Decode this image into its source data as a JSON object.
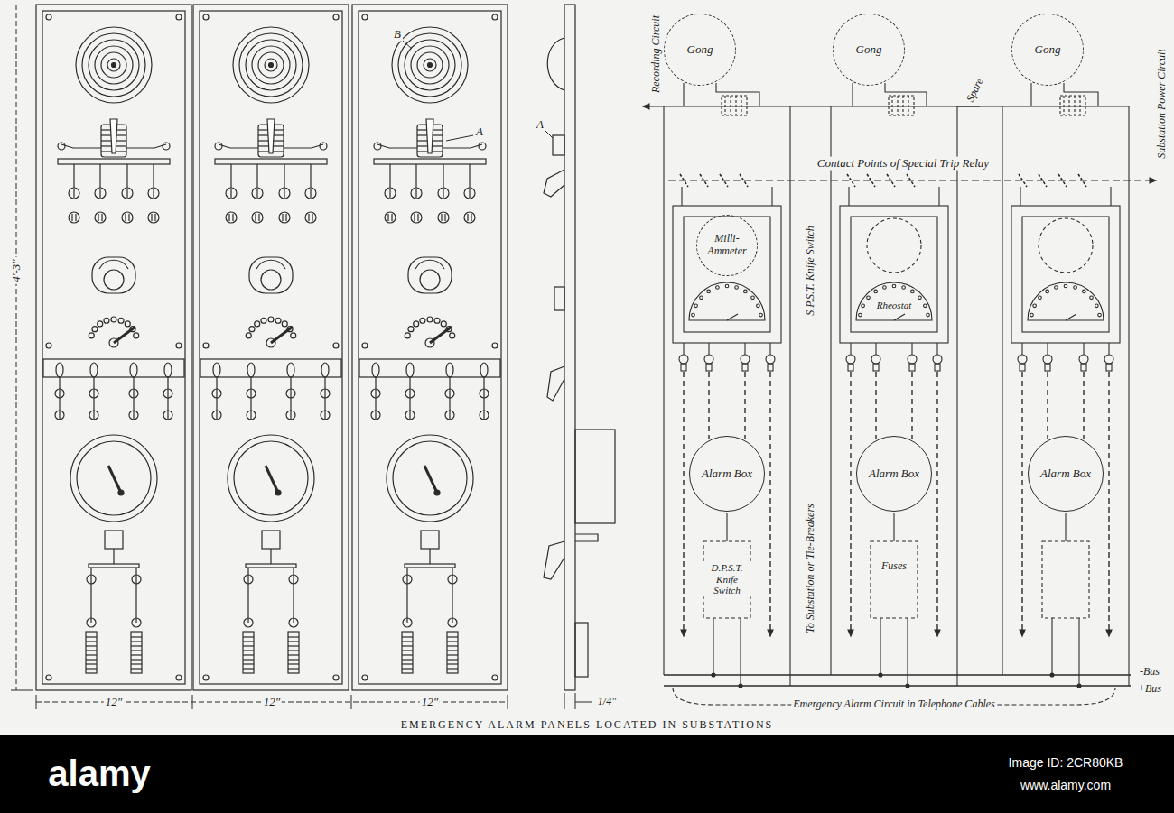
{
  "diagram": {
    "caption": "EMERGENCY ALARM PANELS LOCATED IN SUBSTATIONS",
    "nodes": [
      {
        "text": [
          "Gong"
        ]
      },
      {
        "text": [
          "Gong"
        ]
      },
      {
        "text": [
          "Gong"
        ]
      },
      {
        "text": [
          "Milli-Ammeter"
        ]
      },
      {
        "text": [
          "Rheostat"
        ]
      },
      {
        "text": [
          "Alarm Box"
        ]
      },
      {
        "text": [
          "Alarm Box"
        ]
      },
      {
        "text": [
          "Alarm Box"
        ]
      }
    ],
    "labels": [
      "4'-3\"",
      "B",
      "A",
      "12\"",
      "12\"",
      "12\"",
      "A",
      "1/4\"",
      "Recording Circuit",
      "Spare",
      "Substation Power Circuit",
      "Contact Points of Special Trip Relay",
      "S.P.S.T. Knife Switch",
      "D.P.S.T. Knife Switch",
      "To Substation or Tie-Breakers",
      "Fuses",
      "-Bus",
      "+Bus",
      "Emergency Alarm Circuit in Telephone Cables",
      "alamy",
      "Image ID: 2CR80KB",
      "www.alamy.com"
    ]
  }
}
